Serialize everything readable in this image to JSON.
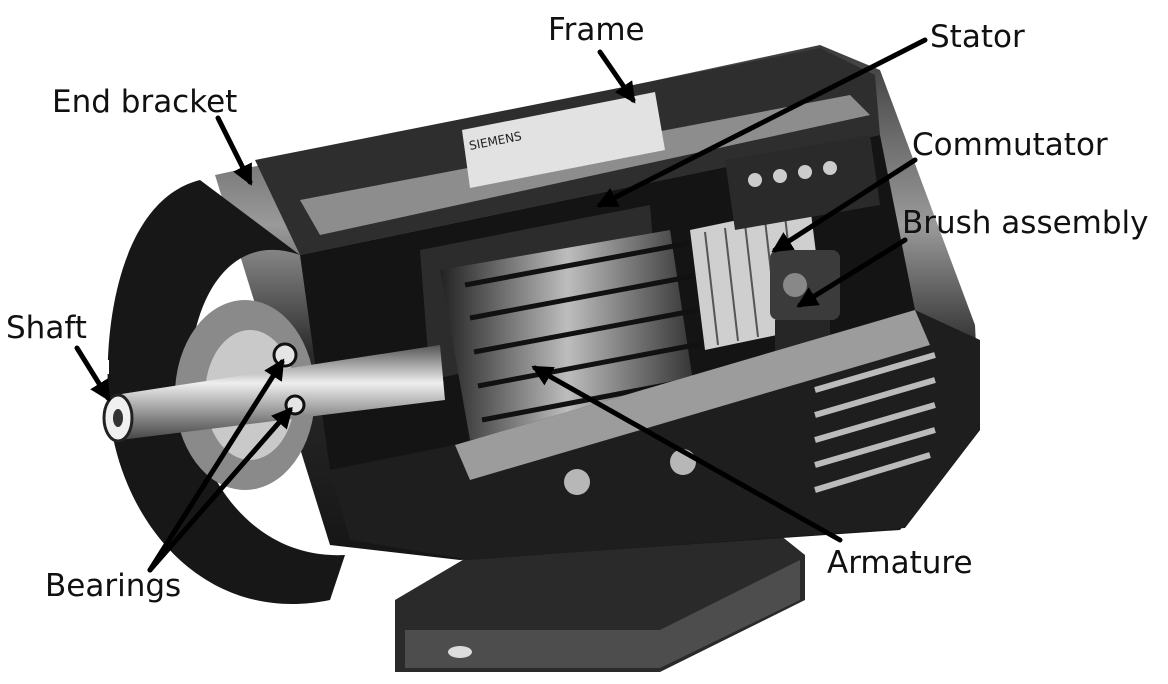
{
  "labels": {
    "frame": "Frame",
    "stator": "Stator",
    "end_bracket": "End bracket",
    "commutator": "Commutator",
    "brush_assembly": "Brush assembly",
    "shaft": "Shaft",
    "bearings": "Bearings",
    "armature": "Armature"
  },
  "nameplate": "SIEMENS",
  "colors": {
    "line": "#000000",
    "text": "#111111",
    "dark": "#1c1c1c",
    "mid": "#6a6a6a",
    "light": "#d6d6d6"
  }
}
